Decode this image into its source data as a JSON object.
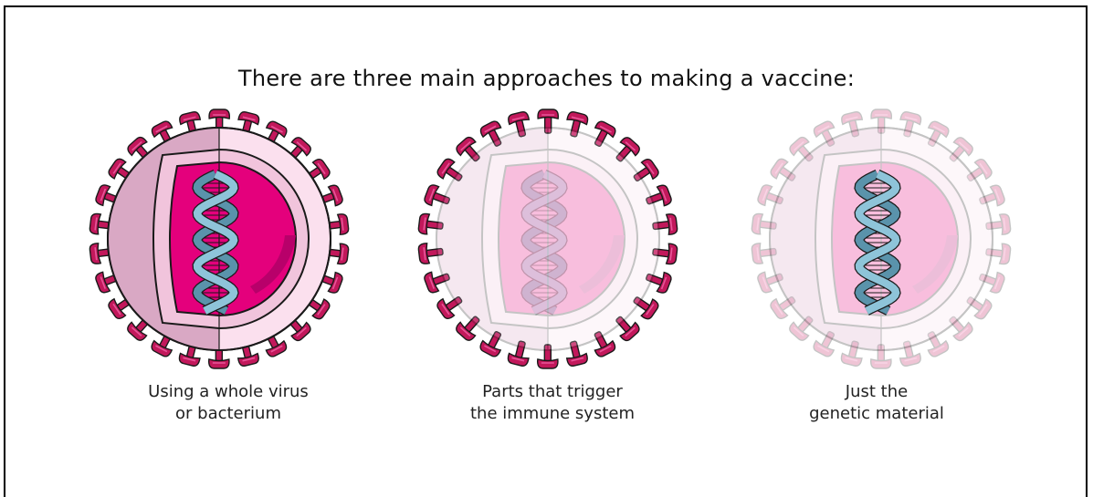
{
  "headline": "There are three main approaches to making a vaccine:",
  "approaches": [
    {
      "line1": "Using a whole virus",
      "line2": "or bacterium",
      "opacity": 1.0
    },
    {
      "line1": "Parts that trigger",
      "line2": "the immune system",
      "opacity": 0.25
    },
    {
      "line1": "Just the",
      "line2": "genetic material",
      "opacity": 0.25
    }
  ],
  "colors": {
    "spike": "#c2185b",
    "spike_highlight": "#e8569a",
    "core": "#e4007c",
    "core_shadow": "#b8006a",
    "membrane_outer": "#f1c4dc",
    "membrane_inner": "#fbe0ee",
    "half_left": "#d9a8c4",
    "dna": "#8ec4d9",
    "dna_dark": "#5a93ab",
    "outline": "#1a1a1a"
  }
}
